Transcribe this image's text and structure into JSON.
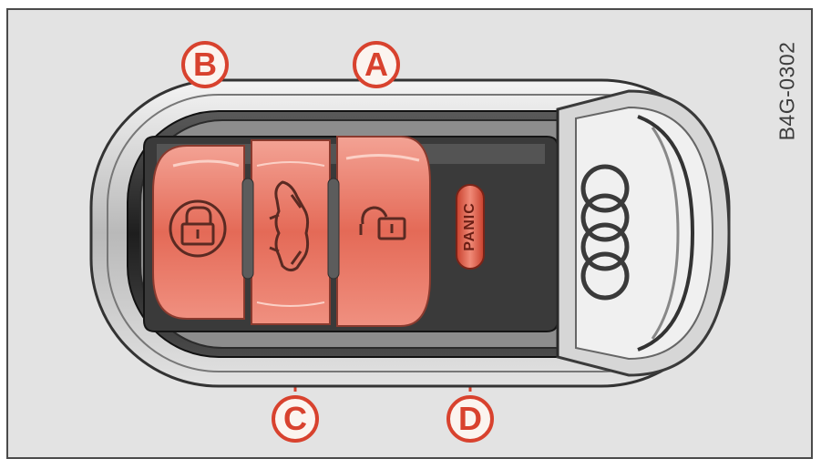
{
  "figure": {
    "id": "B4G-0302"
  },
  "key_fob": {
    "panic_label": "PANIC",
    "logo": "four-rings-logo"
  },
  "callouts": {
    "a": "A",
    "b": "B",
    "c": "C",
    "d": "D"
  },
  "colors": {
    "callout_red": "#d8422e",
    "button_red": "#e8705e",
    "background": "#e3e3e3"
  },
  "icons": [
    "lock-icon",
    "unlock-icon",
    "trunk-icon",
    "four-rings-logo"
  ]
}
